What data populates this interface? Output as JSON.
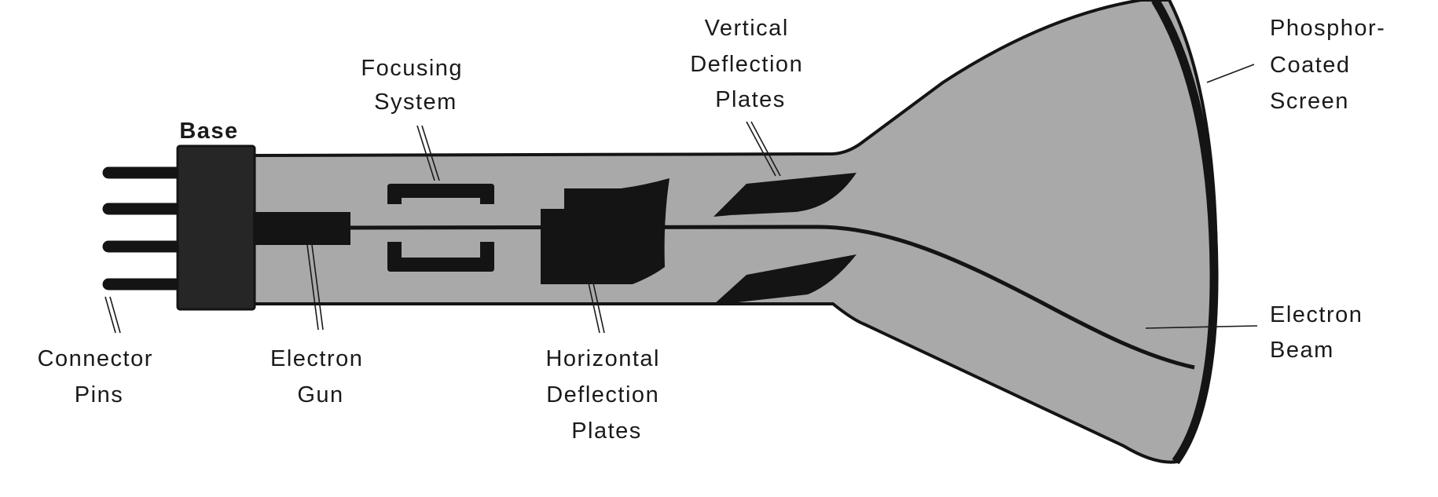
{
  "diagram": {
    "labels": {
      "base": "Base",
      "focusing_system": [
        "Focusing",
        "System"
      ],
      "vertical_deflection_plates": [
        "Vertical",
        "Deflection",
        "Plates"
      ],
      "phosphor_coated_screen": [
        "Phosphor-",
        "Coated",
        "Screen"
      ],
      "connector_pins": [
        "Connector",
        "Pins"
      ],
      "electron_gun": [
        "Electron",
        "Gun"
      ],
      "horizontal_deflection_plates": [
        "Horizontal",
        "Deflection",
        "Plates"
      ],
      "electron_beam": [
        "Electron",
        "Beam"
      ]
    },
    "colors": {
      "tube_fill": "#a9a9a9",
      "outline": "#141414",
      "background": "#ffffff"
    }
  }
}
